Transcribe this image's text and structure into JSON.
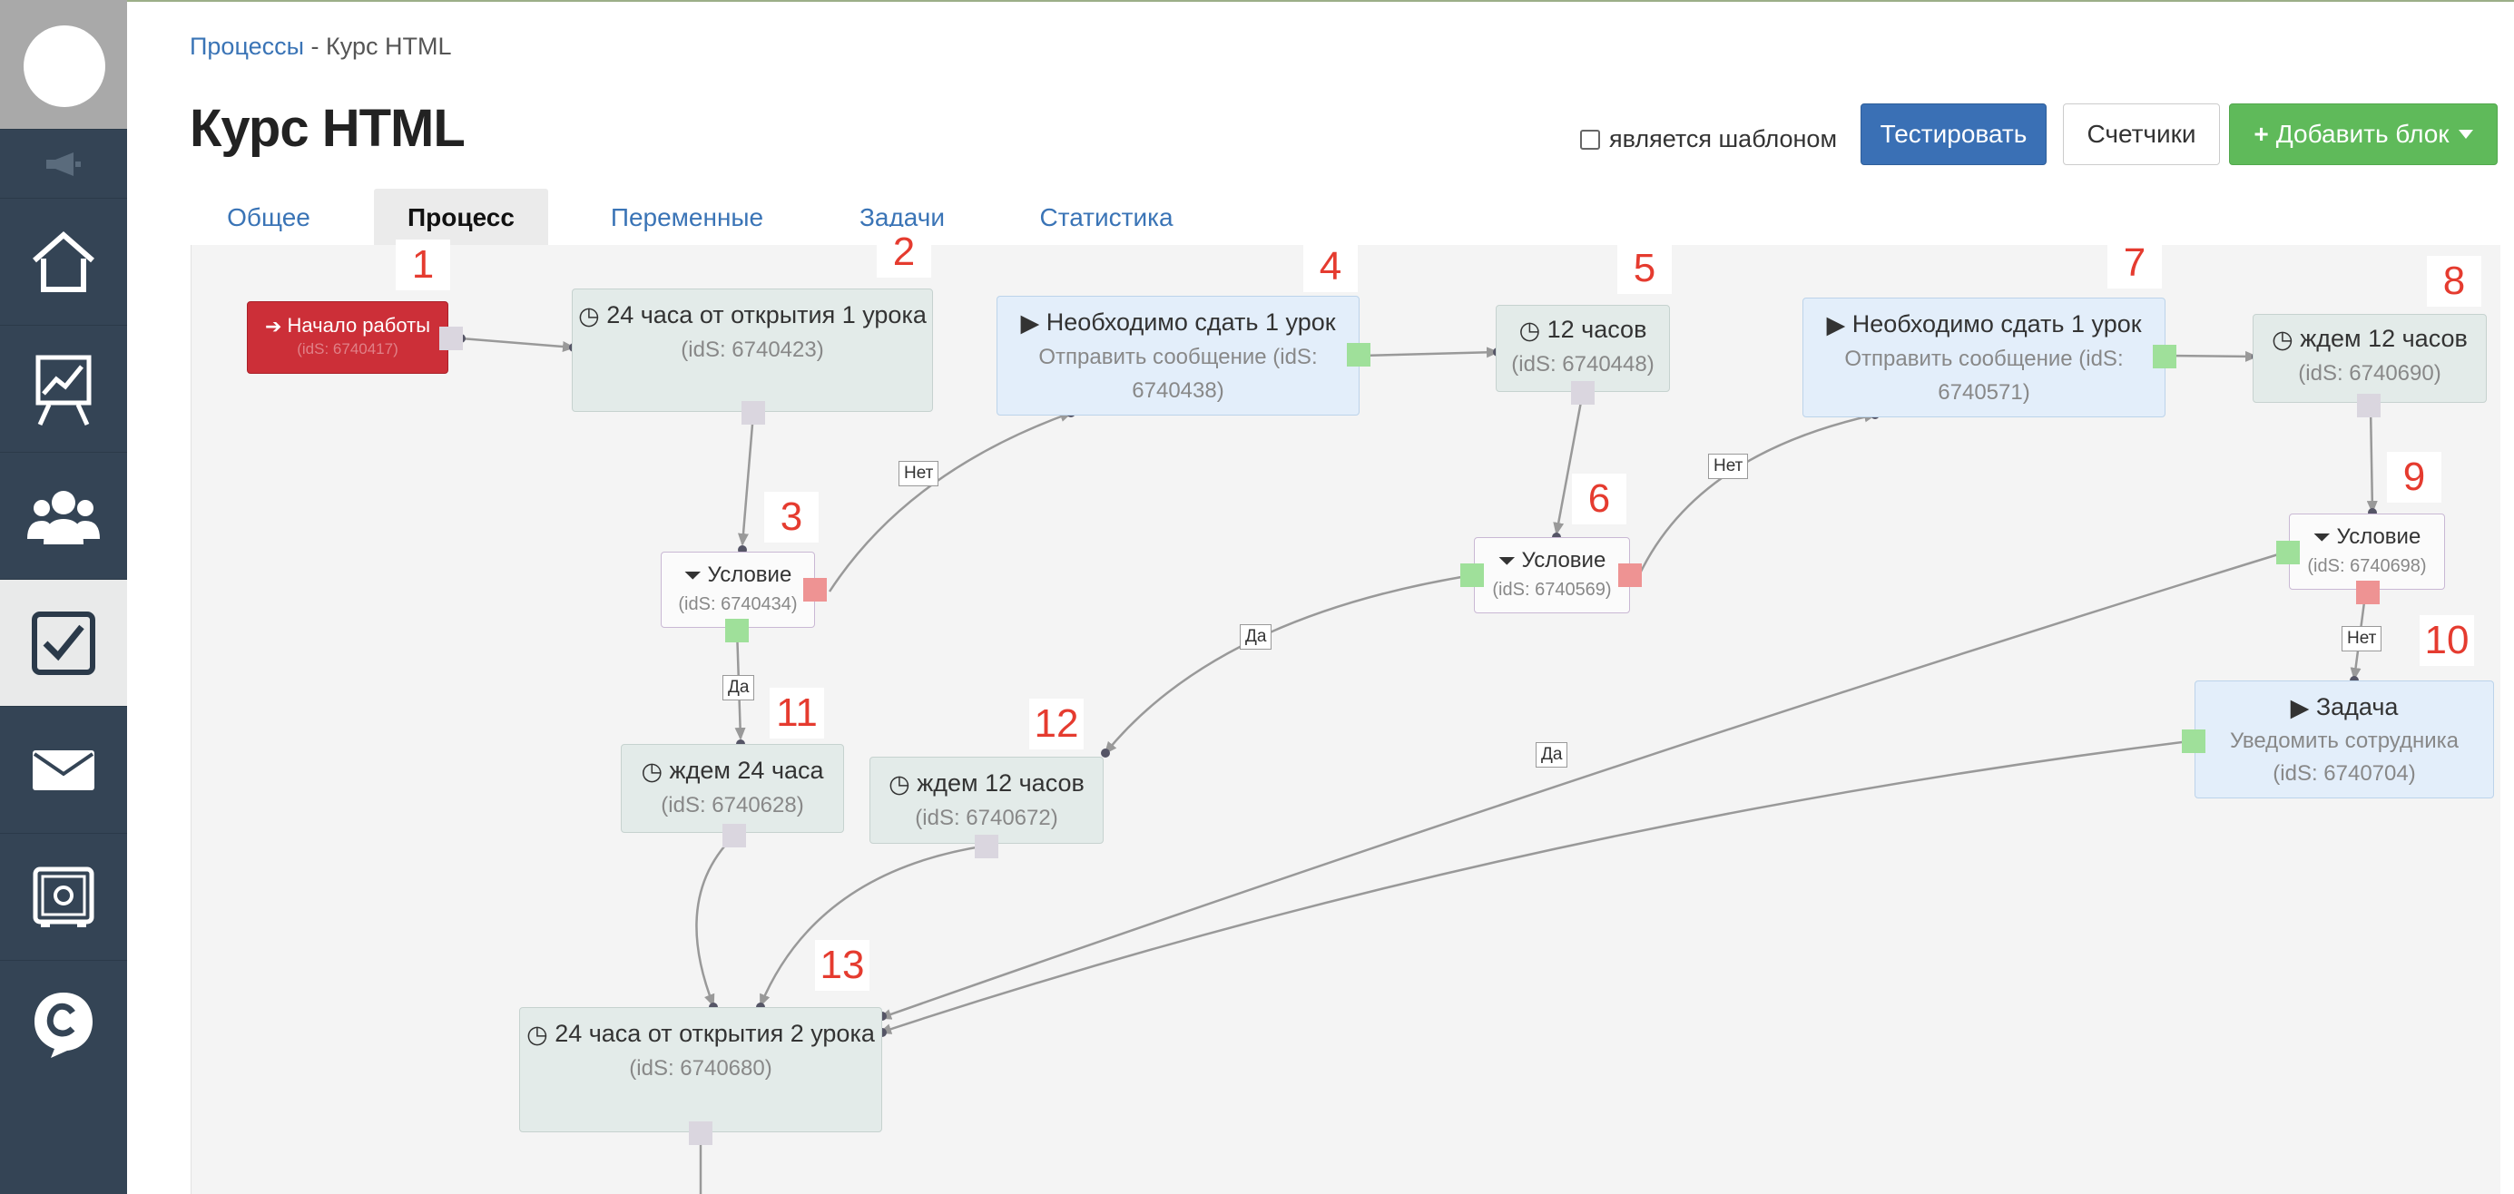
{
  "breadcrumb": {
    "parent": "Процессы",
    "separator": " - ",
    "current": "Курс HTML"
  },
  "page_title": "Курс HTML",
  "template_checkbox": {
    "label": "является шаблоном",
    "checked": false
  },
  "buttons": {
    "test": "Тестировать",
    "counters": "Счетчики",
    "add_block": "Добавить блок"
  },
  "tabs": [
    "Общее",
    "Процесс",
    "Переменные",
    "Задачи",
    "Статистика"
  ],
  "active_tab": "Процесс",
  "sidebar": {
    "icons": [
      "megaphone-icon",
      "home-icon",
      "chart-icon",
      "users-icon",
      "tasks-icon",
      "mail-icon",
      "safe-icon",
      "logo-c-icon"
    ],
    "active": "tasks-icon"
  },
  "nodes": {
    "n1": {
      "title": "Начало работы",
      "ids": "(idS: 6740417)"
    },
    "n2": {
      "title": "24 часа от открытия 1 урока",
      "ids": "(idS: 6740423)"
    },
    "n3": {
      "title": "Условие",
      "ids": "(idS: 6740434)"
    },
    "n4": {
      "title": "Необходимо сдать 1 урок",
      "subtitle": "Отправить сообщение (idS: 6740438)"
    },
    "n5": {
      "title": "12 часов",
      "ids": "(idS: 6740448)"
    },
    "n6": {
      "title": "Условие",
      "ids": "(idS: 6740569)"
    },
    "n7": {
      "title": "Необходимо сдать 1 урок",
      "subtitle": "Отправить сообщение (idS: 6740571)"
    },
    "n8": {
      "title": "ждем 12 часов",
      "ids": "(idS: 6740690)"
    },
    "n9": {
      "title": "Условие",
      "ids": "(idS: 6740698)"
    },
    "n10": {
      "title": "Задача",
      "subtitle": "Уведомить сотрудника",
      "ids": "(idS: 6740704)"
    },
    "n11": {
      "title": "ждем 24 часа",
      "ids": "(idS: 6740628)"
    },
    "n12": {
      "title": "ждем 12 часов",
      "ids": "(idS: 6740672)"
    },
    "n13": {
      "title": "24 часа от открытия 2 урока",
      "ids": "(idS: 6740680)"
    }
  },
  "number_labels": [
    "1",
    "2",
    "3",
    "4",
    "5",
    "6",
    "7",
    "8",
    "9",
    "10",
    "11",
    "12",
    "13"
  ],
  "edge_labels": {
    "no": "Нет",
    "yes": "Да"
  },
  "colors": {
    "start": "#cc2f38",
    "primary": "#3a70b5",
    "success": "#5fba5a",
    "number": "#e53b2f"
  }
}
